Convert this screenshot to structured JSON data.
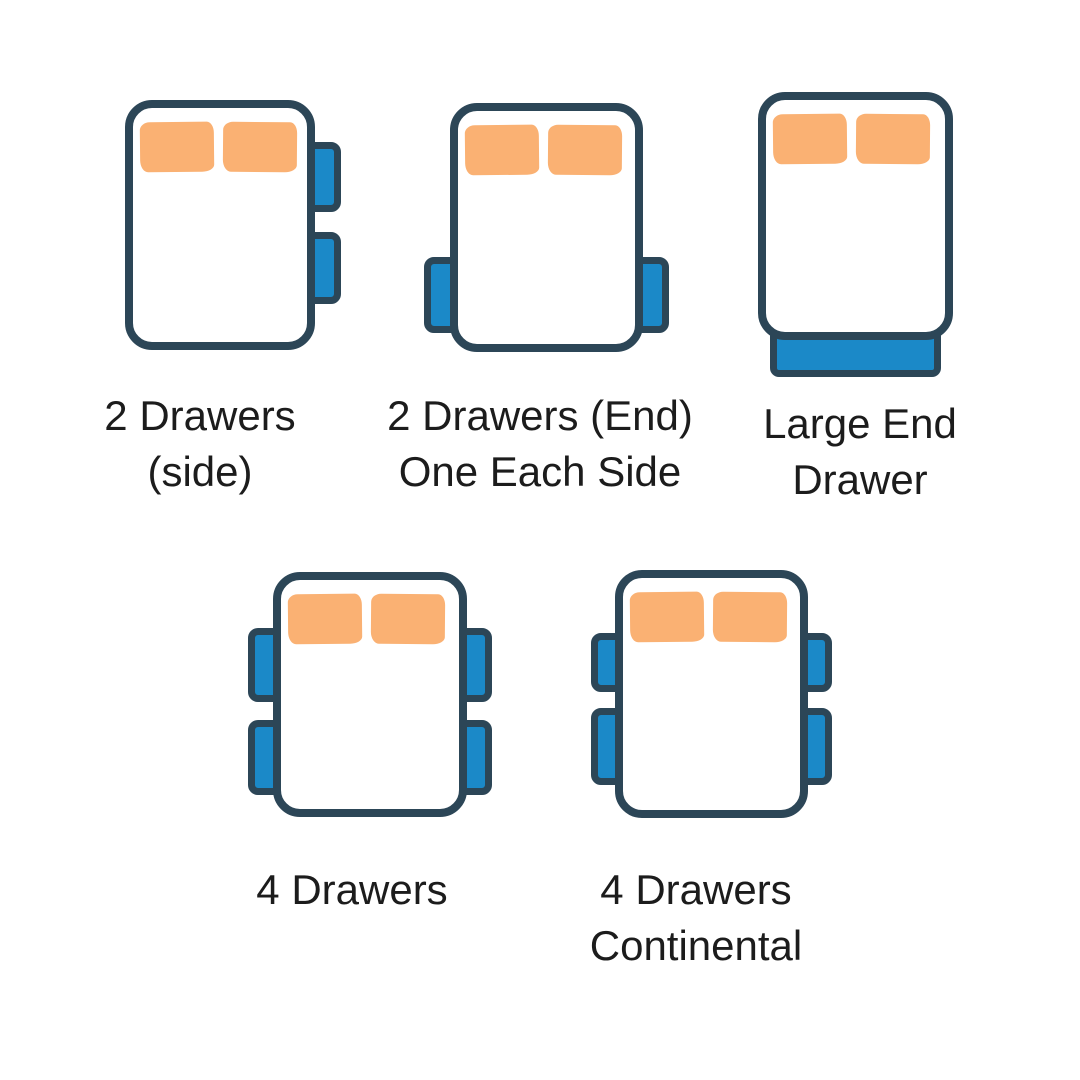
{
  "colors": {
    "page_bg": "#ffffff",
    "bed_fill": "#ffffff",
    "outline": "#2c4657",
    "drawer_fill": "#1b89c8",
    "pillow_fill": "#fab173",
    "label_text": "#1c1c1c"
  },
  "figures": [
    {
      "name": "2-drawers-side",
      "label": [
        "2 Drawers",
        "(side)"
      ],
      "drawer_count": 2,
      "pillow_count": 2,
      "drawer_placement": "two stacked drawers on the right side"
    },
    {
      "name": "2-drawers-end-one-each-side",
      "label": [
        "2 Drawers (End)",
        "One Each Side"
      ],
      "drawer_count": 2,
      "pillow_count": 2,
      "drawer_placement": "one drawer near the foot end on each side"
    },
    {
      "name": "large-end-drawer",
      "label": [
        "Large End",
        "Drawer"
      ],
      "drawer_count": 1,
      "pillow_count": 2,
      "drawer_placement": "one full-width drawer at the foot end"
    },
    {
      "name": "4-drawers",
      "label": [
        "4 Drawers"
      ],
      "drawer_count": 4,
      "pillow_count": 2,
      "drawer_placement": "two equal drawers on each side"
    },
    {
      "name": "4-drawers-continental",
      "label": [
        "4 Drawers",
        "Continental"
      ],
      "drawer_count": 4,
      "pillow_count": 2,
      "drawer_placement": "shorter upper drawer and longer lower drawer on each side"
    }
  ]
}
